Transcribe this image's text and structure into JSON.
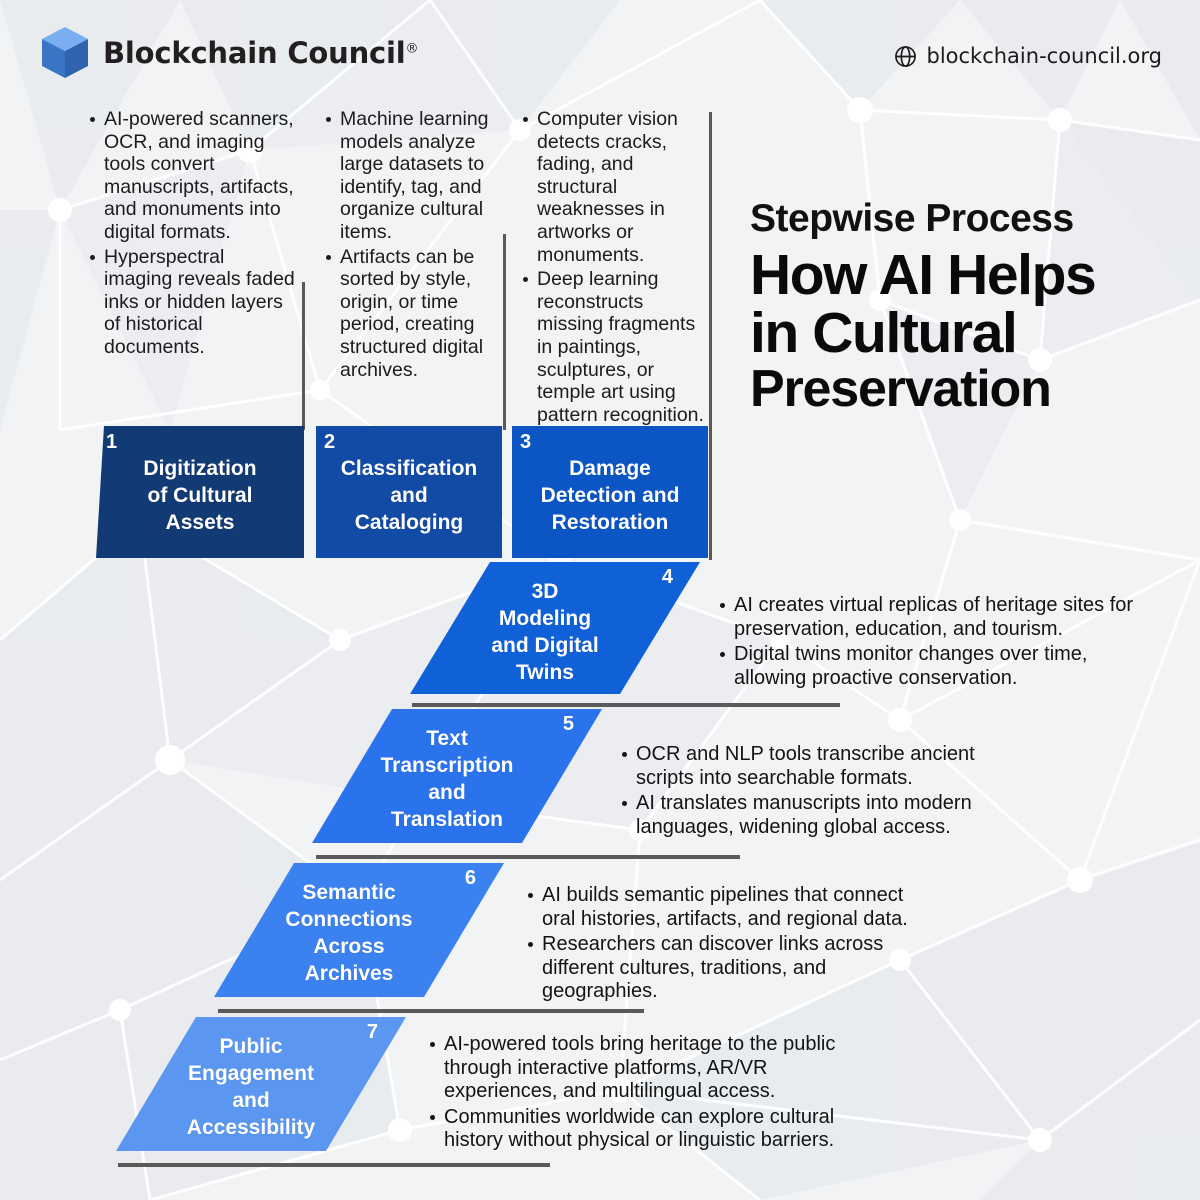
{
  "brand": {
    "logo_text": "Blockchain Council",
    "registered_mark": "®",
    "cube_icon": "cube-icon",
    "website": "blockchain-council.org",
    "globe_icon": "globe-icon"
  },
  "title": {
    "kicker": "Stepwise Process",
    "line1": "How AI Helps",
    "line2": "in Cultural",
    "line3": "Preservation"
  },
  "colors": {
    "step1": "#123a75",
    "step2": "#124ba5",
    "step3": "#0b56c4",
    "step4": "#1061d8",
    "step5": "#2a73ec",
    "step6": "#3b82f0",
    "step7": "#5b97f0",
    "rule": "#5a5a5a",
    "background": "#f2f3f5",
    "text": "#141414"
  },
  "steps": [
    {
      "number": "1",
      "label": "Digitization of Cultural Assets",
      "label_lines": [
        "Digitization",
        "of Cultural",
        "Assets"
      ],
      "bullets": [
        "AI-powered scanners, OCR, and imaging tools convert manuscripts, artifacts, and monuments into digital formats.",
        "Hyperspectral imaging reveals faded inks or hidden layers of historical documents."
      ]
    },
    {
      "number": "2",
      "label": "Classification and Cataloging",
      "label_lines": [
        "Classification",
        "and",
        "Cataloging"
      ],
      "bullets": [
        "Machine learning models analyze large datasets to identify, tag, and organize cultural items.",
        "Artifacts can be sorted by style, origin, or time period, creating structured digital archives."
      ]
    },
    {
      "number": "3",
      "label": "Damage Detection and Restoration",
      "label_lines": [
        "Damage",
        "Detection and",
        "Restoration"
      ],
      "bullets": [
        "Computer vision detects cracks, fading, and structural weaknesses in artworks or monuments.",
        "Deep learning reconstructs missing fragments in paintings, sculptures, or temple art using pattern recognition."
      ]
    },
    {
      "number": "4",
      "label": "3D Modeling and Digital Twins",
      "label_lines": [
        "3D",
        "Modeling",
        "and Digital",
        "Twins"
      ],
      "bullets": [
        "AI creates virtual replicas of heritage sites for preservation, education, and tourism.",
        "Digital twins monitor changes over time, allowing proactive conservation."
      ]
    },
    {
      "number": "5",
      "label": "Text Transcription and Translation",
      "label_lines": [
        "Text",
        "Transcription",
        "and",
        "Translation"
      ],
      "bullets": [
        "OCR and NLP tools transcribe ancient scripts into searchable formats.",
        "AI translates manuscripts into modern languages, widening global access."
      ]
    },
    {
      "number": "6",
      "label": "Semantic Connections Across Archives",
      "label_lines": [
        "Semantic",
        "Connections",
        "Across",
        "Archives"
      ],
      "bullets": [
        "AI builds semantic pipelines that connect oral histories, artifacts, and regional data.",
        "Researchers can discover links across different cultures, traditions, and geographies."
      ]
    },
    {
      "number": "7",
      "label": "Public Engagement and Accessibility",
      "label_lines": [
        "Public",
        "Engagement",
        "and",
        "Accessibility"
      ],
      "bullets": [
        "AI-powered tools bring heritage to the public through interactive platforms, AR/VR experiences, and multilingual access.",
        "Communities worldwide can explore cultural history without physical or linguistic barriers."
      ]
    }
  ]
}
